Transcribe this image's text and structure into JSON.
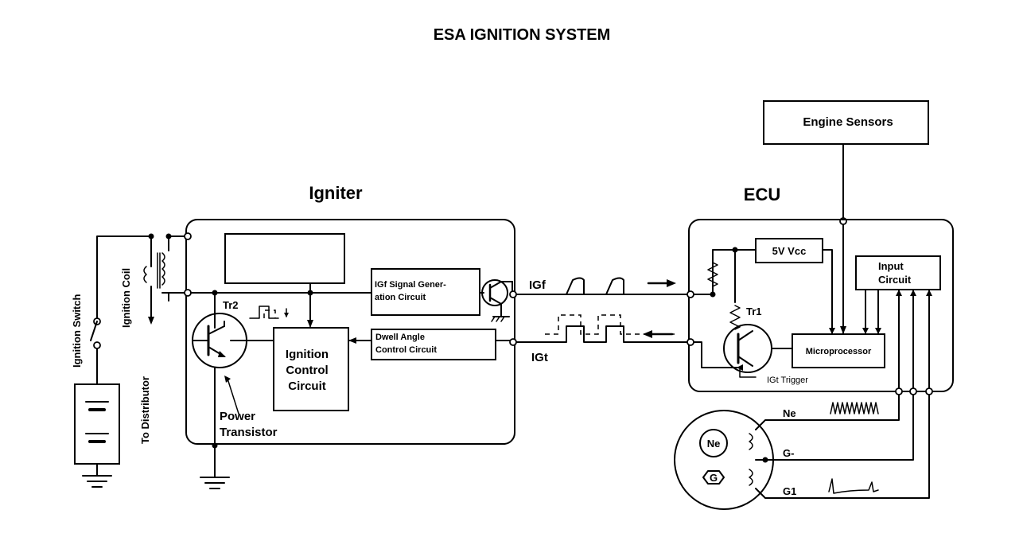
{
  "title": "ESA IGNITION SYSTEM",
  "igniter": {
    "label": "Igniter",
    "tr2_label": "Tr2",
    "igf_circuit": [
      "IGf Signal Gener-",
      "ation Circuit"
    ],
    "dwell_circuit": [
      "Dwell Angle",
      "Control Circuit"
    ],
    "ignition_control": [
      "Ignition",
      "Control",
      "Circuit"
    ],
    "power_transistor": [
      "Power",
      "Transistor"
    ]
  },
  "ecu": {
    "label": "ECU",
    "vcc_label": "5V Vcc",
    "tr1_label": "Tr1",
    "input_circuit": [
      "Input",
      "Circuit"
    ],
    "microprocessor": "Microprocessor",
    "igt_trigger": "IGt Trigger"
  },
  "engine_sensors": "Engine Sensors",
  "signals": {
    "igf": "IGf",
    "igt": "IGt"
  },
  "left_side": {
    "ignition_switch": "Ignition Switch",
    "ignition_coil": "Ignition Coil",
    "to_distributor": "To Distributor"
  },
  "pickup": {
    "ne_rotor": "Ne",
    "g_rotor": "G",
    "ne": "Ne",
    "g_minus": "G-",
    "g1": "G1"
  }
}
